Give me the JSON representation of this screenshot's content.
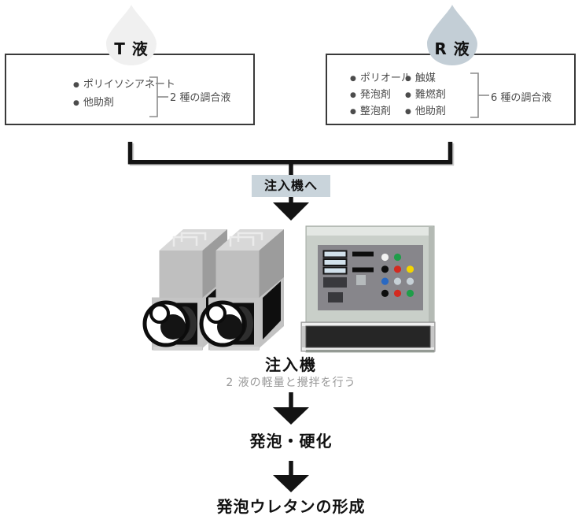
{
  "glyphs": {
    "bullet": "●"
  },
  "colors": {
    "drop_t_fill": "#f0f0f0",
    "drop_r_fill": "#c3ced6",
    "merge_label_bg": "#c9d4db",
    "flow_line": "#131313"
  },
  "liquids": {
    "t": {
      "name": "T 液",
      "ingredients": [
        "ポリイソシアネート",
        "他助剤"
      ],
      "note": "2 種の調合液"
    },
    "r": {
      "name": "R 液",
      "ingredients_col1": [
        "ポリオール",
        "発泡剤",
        "整泡剤"
      ],
      "ingredients_col2": [
        "触媒",
        "難燃剤",
        "他助剤"
      ],
      "note": "6 種の調合液"
    }
  },
  "merge": {
    "label": "注入機へ"
  },
  "machine": {
    "name": "注入機",
    "description": "2 液の軽量と攪拌を行う",
    "panel_lights": [
      [
        "#f2f2f2",
        "#1f9d49",
        null
      ],
      [
        "#0d0d0d",
        "#d32a20",
        "#f4d500"
      ],
      [
        "#2a69c2",
        "#c6d0d6",
        "#c6d0d6"
      ],
      [
        "#0d0d0d",
        "#d32a20",
        "#1f9d49"
      ]
    ]
  },
  "steps": {
    "foaming": "発泡・硬化",
    "result": "発泡ウレタンの形成"
  }
}
